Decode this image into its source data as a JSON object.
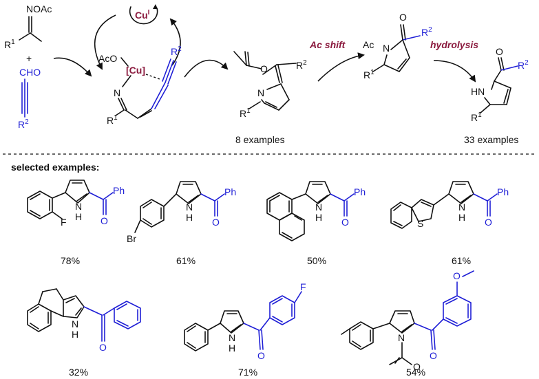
{
  "scheme": {
    "reagent1": {
      "label": "NOAc",
      "r": "R",
      "r_sup": "1"
    },
    "plus": "+",
    "reagent2": {
      "label": "CHO",
      "r": "R",
      "r_sup": "2"
    },
    "catalyst": {
      "label": "Cu",
      "sup": "I"
    },
    "intermediate": {
      "aco": "AcO",
      "cu": "[Cu]",
      "n": "N",
      "r1": "R",
      "r1_sup": "1",
      "r2": "R",
      "r2_sup": "2"
    },
    "product1": {
      "examples": "8 examples",
      "n": "N",
      "r1": "R",
      "r1_sup": "1",
      "r2": "R",
      "r2_sup": "2"
    },
    "step1": "Ac shift",
    "product2": {
      "ac": "Ac",
      "n": "N",
      "r1": "R",
      "r1_sup": "1",
      "r2": "R",
      "r2_sup": "2"
    },
    "step2": "hydrolysis",
    "product3": {
      "examples": "33 examples",
      "hn": "HN",
      "r1": "R",
      "r1_sup": "1",
      "r2": "R",
      "r2_sup": "2"
    }
  },
  "selected_header": "selected examples:",
  "examples": [
    {
      "yield": "78%",
      "labels": [
        "F",
        "N",
        "H",
        "Ph"
      ]
    },
    {
      "yield": "61%",
      "labels": [
        "Br",
        "N",
        "H",
        "Ph"
      ]
    },
    {
      "yield": "50%",
      "labels": [
        "N",
        "H",
        "Ph"
      ]
    },
    {
      "yield": "61%",
      "labels": [
        "S",
        "N",
        "H",
        "Ph"
      ]
    },
    {
      "yield": "32%",
      "labels": [
        "N",
        "H"
      ]
    },
    {
      "yield": "71%",
      "labels": [
        "F",
        "N",
        "H"
      ]
    },
    {
      "yield": "54%",
      "labels": [
        "N"
      ]
    }
  ],
  "oxygen": "O"
}
